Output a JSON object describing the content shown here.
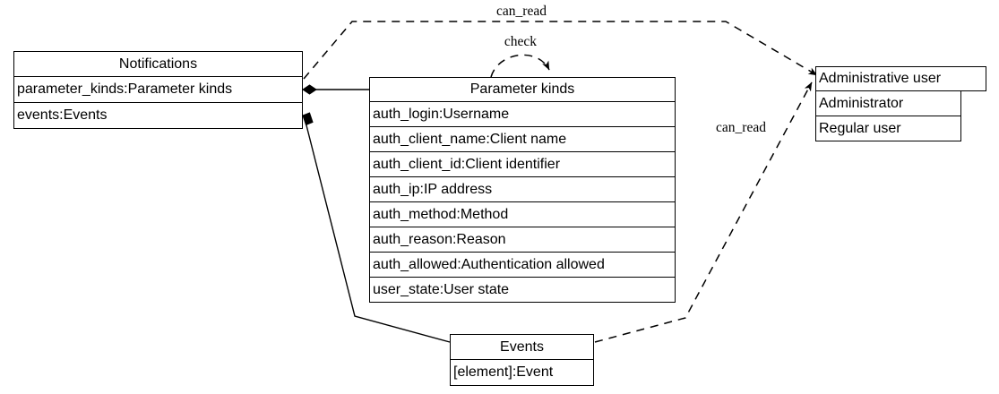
{
  "diagram": {
    "type": "uml-class-diagram",
    "background": "#ffffff",
    "line_color": "#000000",
    "classes": [
      {
        "id": "notifications",
        "title": "Notifications",
        "attributes": [
          "parameter_kinds:Parameter kinds",
          "events:Events"
        ]
      },
      {
        "id": "parameter_kinds",
        "title": "Parameter kinds",
        "attributes": [
          "auth_login:Username",
          "auth_client_name:Client name",
          "auth_client_id:Client identifier",
          "auth_ip:IP address",
          "auth_method:Method",
          "auth_reason:Reason",
          "auth_allowed:Authentication allowed",
          "user_state:User state"
        ]
      },
      {
        "id": "administrative_user",
        "title": "Administrative user",
        "attributes": [
          "Administrator",
          "Regular user"
        ]
      },
      {
        "id": "events",
        "title": "Events",
        "attributes": [
          "[element]:Event"
        ]
      }
    ],
    "edges": [
      {
        "id": "notifications-parameter-kinds",
        "from": "notifications",
        "to": "parameter_kinds",
        "style": "solid",
        "end_from": "filled-diamond",
        "label": ""
      },
      {
        "id": "notifications-events",
        "from": "notifications",
        "to": "events",
        "style": "solid",
        "end_from": "filled-diamond",
        "label": ""
      },
      {
        "id": "notifications-administrative-user",
        "from": "notifications",
        "to": "administrative_user",
        "style": "dashed",
        "end_to": "arrow",
        "label": "can_read"
      },
      {
        "id": "events-administrative-user",
        "from": "events",
        "to": "administrative_user",
        "style": "dashed",
        "end_to": "arrow",
        "label": "can_read"
      },
      {
        "id": "parameter-kinds-check",
        "from": "parameter_kinds",
        "to": "parameter_kinds",
        "style": "dashed",
        "end_to": "arrow",
        "label": "check"
      }
    ]
  }
}
